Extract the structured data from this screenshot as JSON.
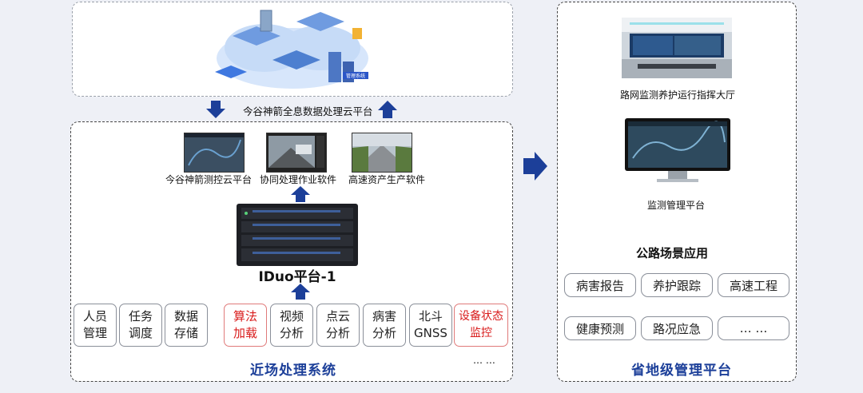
{
  "cloud_platform": {
    "label": "今谷神箭全息数据处理云平台",
    "badge": "管理系统"
  },
  "software": [
    {
      "label": "今谷神箭测控云平台"
    },
    {
      "label": "协同处理作业软件"
    },
    {
      "label": "高速资产生产软件"
    }
  ],
  "server": {
    "label": "IDuo平台-1"
  },
  "modules": [
    {
      "label": "人员\n管理",
      "highlight": false
    },
    {
      "label": "任务\n调度",
      "highlight": false
    },
    {
      "label": "数据\n存储",
      "highlight": false
    },
    {
      "label": "算法\n加载",
      "highlight": true
    },
    {
      "label": "视频\n分析",
      "highlight": false
    },
    {
      "label": "点云\n分析",
      "highlight": false
    },
    {
      "label": "病害\n分析",
      "highlight": false
    },
    {
      "label": "北斗\nGNSS",
      "highlight": false
    },
    {
      "label": "设备状态\n监控",
      "highlight": true
    }
  ],
  "modules_more": "… …",
  "near_field_title": "近场处理系统",
  "right_panel": {
    "hall_label": "路网监测养护运行指挥大厅",
    "monitor_label": "监测管理平台",
    "apps_title": "公路场景应用",
    "apps": [
      "病害报告",
      "养护跟踪",
      "高速工程",
      "健康预测",
      "路况应急",
      "… …"
    ],
    "title": "省地级管理平台"
  },
  "colors": {
    "accent_blue": "#1c3f99",
    "highlight_red": "#d91c1c"
  }
}
